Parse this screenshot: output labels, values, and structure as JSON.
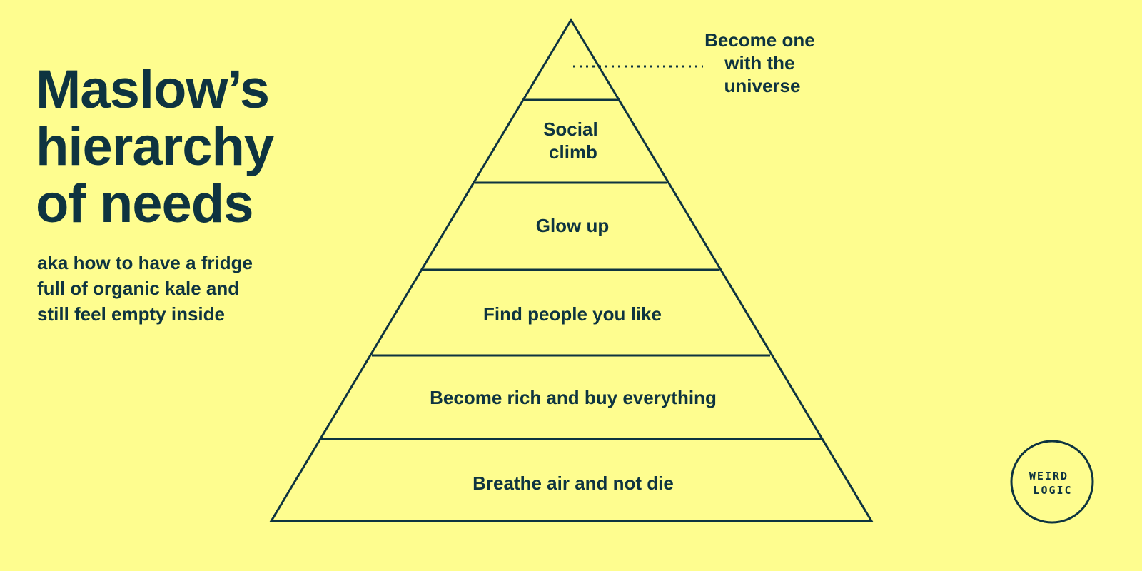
{
  "title_lines": [
    "Maslow’s",
    "hierarchy",
    "of needs"
  ],
  "subtitle_lines": [
    "aka how to have a fridge",
    "full of organic kale and",
    "still feel empty inside"
  ],
  "pyramid": {
    "top_label_lines": [
      "Become one",
      "with the",
      "universe"
    ],
    "tiers": [
      {
        "lines": [
          "Social",
          "climb"
        ]
      },
      {
        "lines": [
          "Glow up"
        ]
      },
      {
        "lines": [
          "Find people you like"
        ]
      },
      {
        "lines": [
          "Become rich and buy everything"
        ]
      },
      {
        "lines": [
          "Breathe air and not die"
        ]
      }
    ]
  },
  "logo": {
    "lines": [
      "WEIRD",
      "LOGIC"
    ]
  },
  "colors": {
    "background": "#FEFD8F",
    "ink": "#0E3440"
  }
}
